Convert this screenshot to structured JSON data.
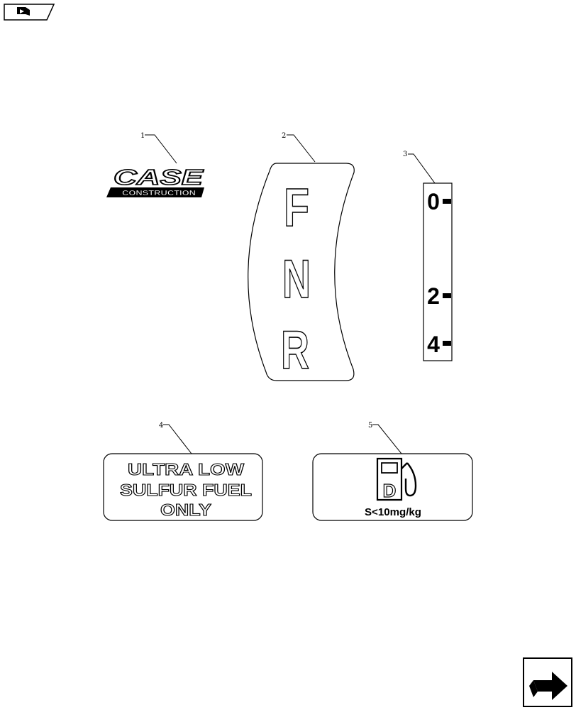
{
  "callouts": {
    "item1": "1",
    "item2": "2",
    "item3": "3",
    "item4": "4",
    "item5": "5"
  },
  "decal_case_logo": {
    "brand": "CASE",
    "sub": "CONSTRUCTION"
  },
  "decal_fnr": {
    "forward": "F",
    "neutral": "N",
    "reverse": "R"
  },
  "decal_scale": {
    "mark_0": "0",
    "mark_2": "2",
    "mark_4": "4"
  },
  "decal_fuel": {
    "line1": "ULTRA LOW",
    "line2": "SULFUR FUEL",
    "line3": "ONLY"
  },
  "decal_sulfur": {
    "pump_letter": "D",
    "spec": "S<10mg/kg"
  },
  "icons": {
    "top_left": "book-with-arrow-icon",
    "bottom_right": "next-page-arrow-icon"
  }
}
